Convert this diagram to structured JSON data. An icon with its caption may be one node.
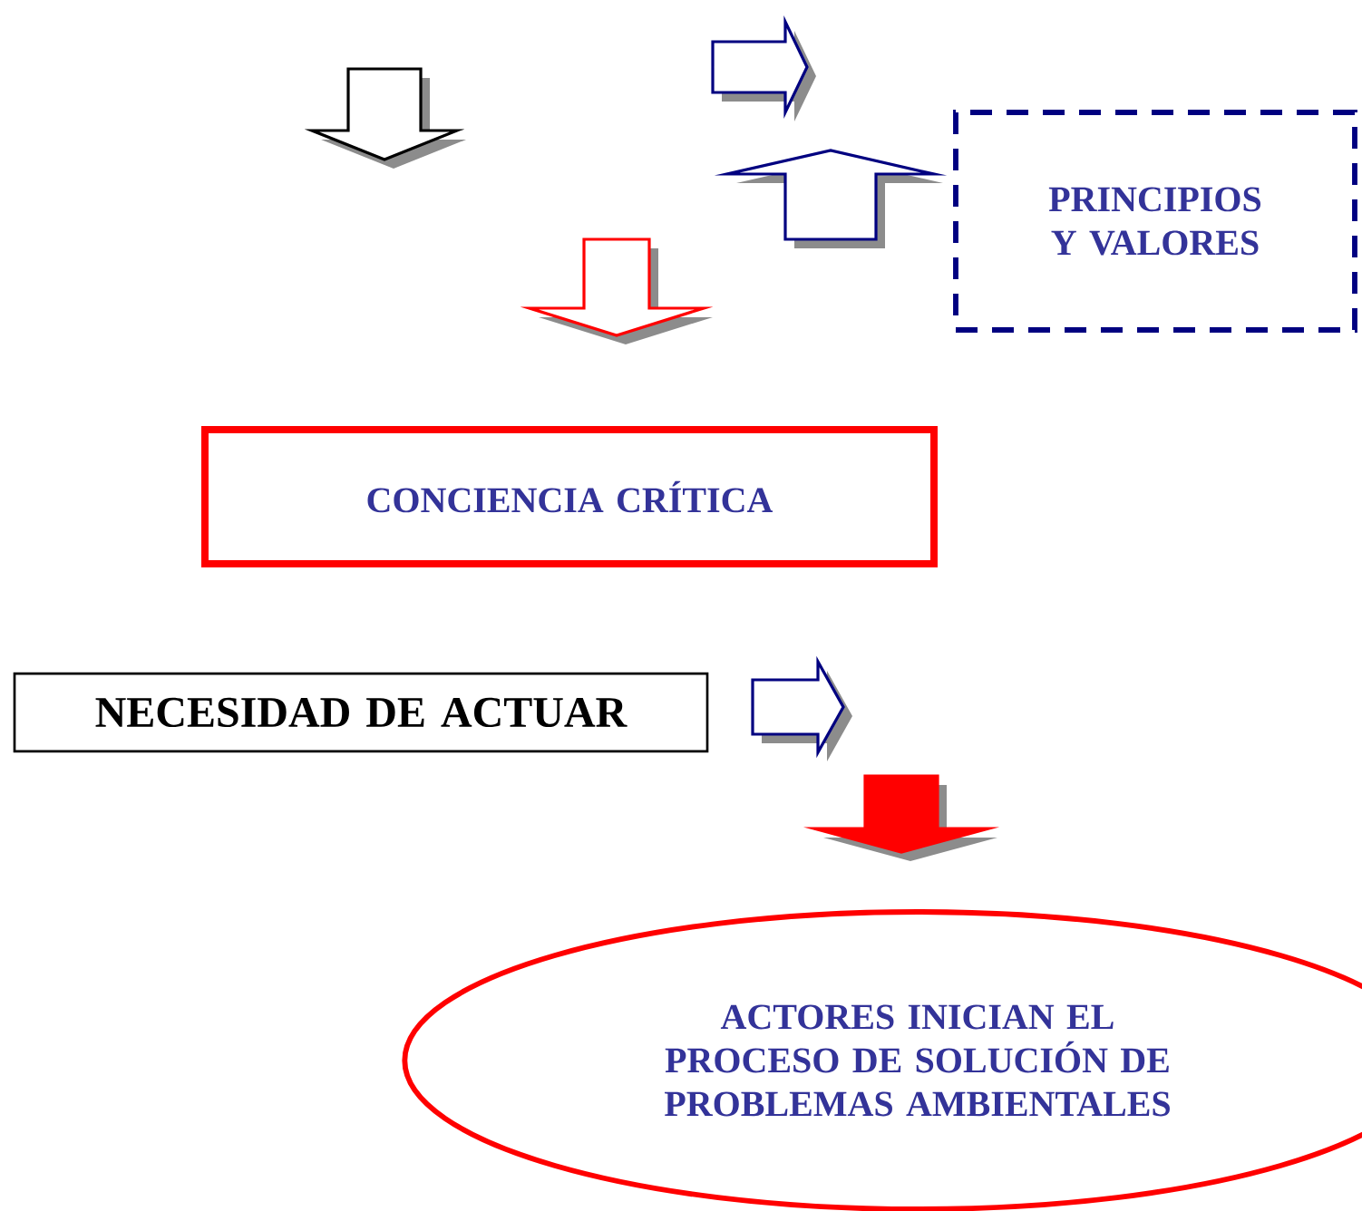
{
  "diagram": {
    "nodes": [
      {
        "text": [
          "PRINCIPIOS Y VALORES"
        ]
      },
      {
        "text": [
          "CONCIENCIA CRÍTICA"
        ]
      },
      {
        "text": [
          "NECESIDAD DE ACTUAR"
        ]
      },
      {
        "text": [
          "ACTORES INICIAN EL PROCESO DE SOLUCIÓN DE PROBLEMAS AMBIENTALES"
        ]
      }
    ]
  }
}
